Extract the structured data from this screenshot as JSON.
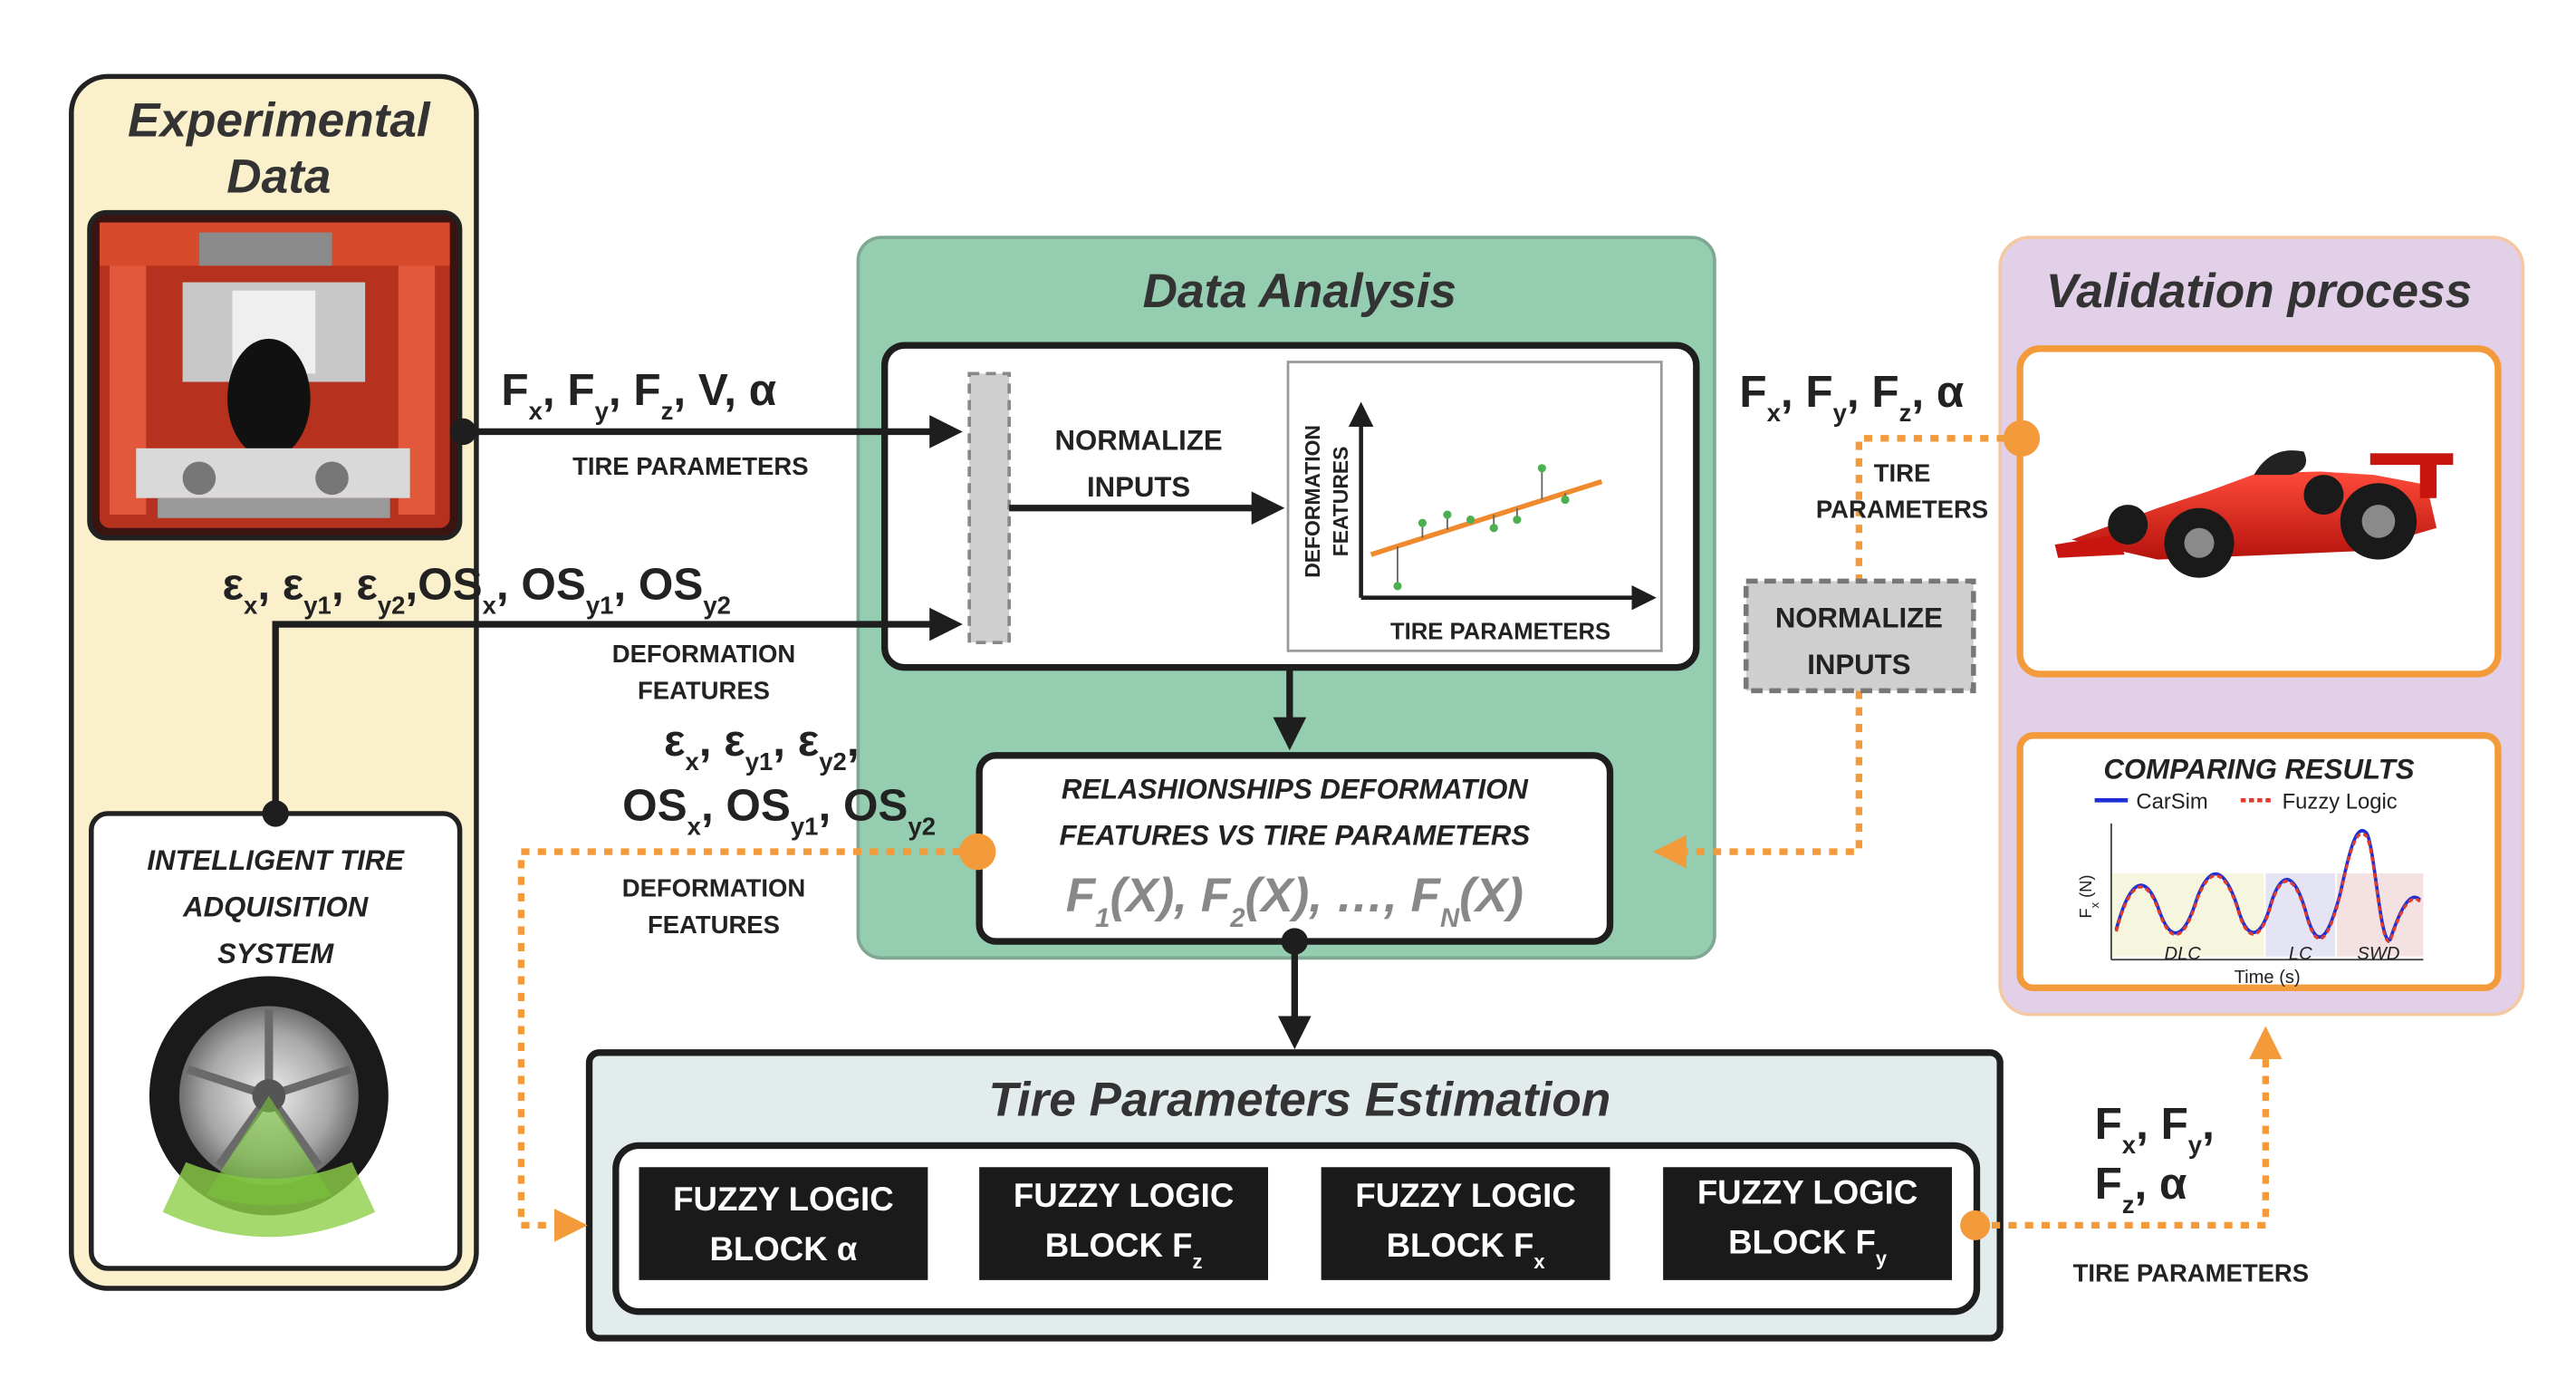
{
  "colors": {
    "experimental_bg": "#fbf0cc",
    "analysis_bg": "#94cdb0",
    "validation_bg": "#e2cfe8",
    "estimation_bg": "#e2ecec",
    "orange": "#f39a3b",
    "dark": "#1e1e1e",
    "fuzzy_block": "#1a1a1a",
    "carsim_line": "#1f2fd6",
    "fuzzy_line": "#e23b2a"
  },
  "experimental": {
    "title_line1": "Experimental",
    "title_line2": "Data",
    "photo_icon": "tire-test-rig-photo-icon",
    "intelligent_line1": "INTELLIGENT TIRE",
    "intelligent_line2": "ADQUISITION",
    "intelligent_line3": "SYSTEM",
    "tire_icon": "tire-wheel-icon"
  },
  "analysis": {
    "title": "Data Analysis",
    "normalize_line1": "NORMALIZE",
    "normalize_line2": "INPUTS",
    "plot_ylabel_line1": "DEFORMATION",
    "plot_ylabel_line2": "FEATURES",
    "plot_xlabel": "TIRE PARAMETERS",
    "rel_line1": "RELASHIONSHIPS DEFORMATION",
    "rel_line2": "FEATURES VS TIRE PARAMETERS"
  },
  "validation": {
    "title": "Validation process",
    "car_icon": "race-car-icon",
    "comparing_title": "COMPARING RESULTS",
    "legend_carsim": "CarSim",
    "legend_fuzzy": "Fuzzy Logic",
    "ylabel": "F",
    "ylabel_unit": "(N)",
    "xlabel": "Time (s)",
    "region_dlc": "DLC",
    "region_lc": "LC",
    "region_swd": "SWD"
  },
  "estimation": {
    "title": "Tire Parameters Estimation",
    "fuzzy_label": "FUZZY LOGIC",
    "block_prefix": "BLOCK",
    "block1_symbol": "α"
  },
  "labels": {
    "tire_parameters": "TIRE PARAMETERS",
    "tire_parameters_l1": "TIRE",
    "tire_parameters_l2": "PARAMETERS",
    "deformation_features_l1": "DEFORMATION",
    "deformation_features_l2": "FEATURES",
    "normalize_l1": "NORMALIZE",
    "normalize_l2": "INPUTS"
  }
}
